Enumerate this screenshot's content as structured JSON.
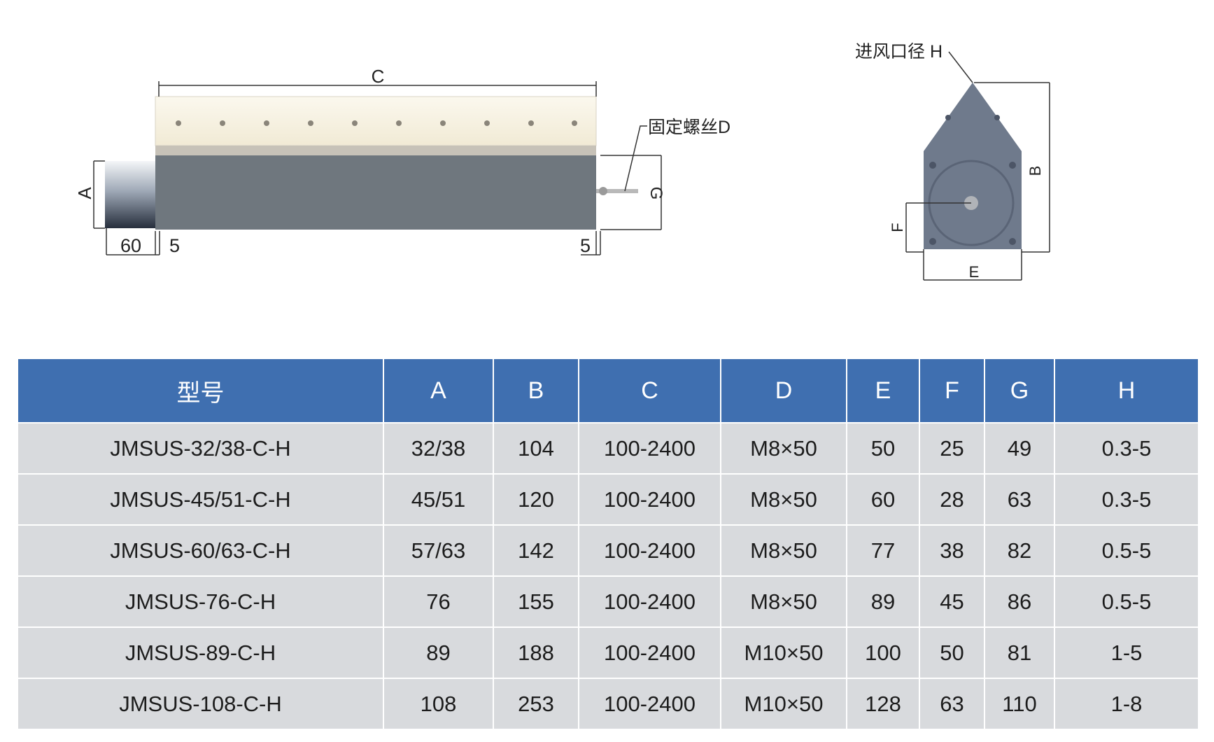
{
  "side_view": {
    "dim_c": "C",
    "dim_a": "A",
    "dim_g": "G",
    "dim_60": "60",
    "dim_5_left": "5",
    "dim_5_right": "5",
    "screw_label": "固定螺丝D"
  },
  "end_view": {
    "inlet_label": "进风口径 H",
    "dim_b": "B",
    "dim_e": "E",
    "dim_f": "F"
  },
  "table": {
    "headers": [
      "型号",
      "A",
      "B",
      "C",
      "D",
      "E",
      "F",
      "G",
      "H"
    ],
    "rows": [
      [
        "JMSUS-32/38-C-H",
        "32/38",
        "104",
        "100-2400",
        "M8×50",
        "50",
        "25",
        "49",
        "0.3-5"
      ],
      [
        "JMSUS-45/51-C-H",
        "45/51",
        "120",
        "100-2400",
        "M8×50",
        "60",
        "28",
        "63",
        "0.3-5"
      ],
      [
        "JMSUS-60/63-C-H",
        "57/63",
        "142",
        "100-2400",
        "M8×50",
        "77",
        "38",
        "82",
        "0.5-5"
      ],
      [
        "JMSUS-76-C-H",
        "76",
        "155",
        "100-2400",
        "M8×50",
        "89",
        "45",
        "86",
        "0.5-5"
      ],
      [
        "JMSUS-89-C-H",
        "89",
        "188",
        "100-2400",
        "M10×50",
        "100",
        "50",
        "81",
        "1-5"
      ],
      [
        "JMSUS-108-C-H",
        "108",
        "253",
        "100-2400",
        "M10×50",
        "128",
        "63",
        "110",
        "1-8"
      ]
    ]
  },
  "colors": {
    "header_bg": "#3f6fb0",
    "row_bg": "#d8dadd",
    "body_gray": "#6f777e",
    "top_strip": "#f7f2e1"
  }
}
